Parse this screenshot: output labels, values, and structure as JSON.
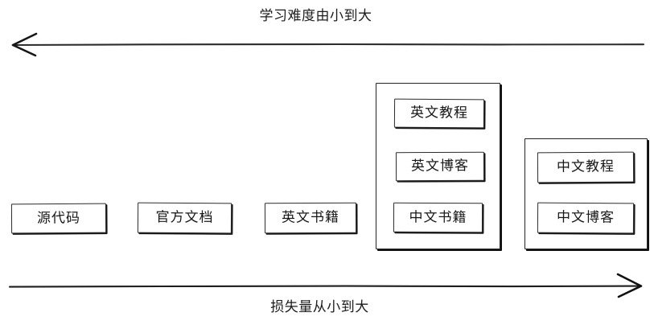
{
  "diagram": {
    "type": "sketch-axis-diagram",
    "background_color": "#ffffff",
    "stroke_color": "#1a1a1a",
    "top_axis": {
      "label": "学习难度由小到大",
      "direction": "left",
      "arrowhead": "left-arrowhead-icon"
    },
    "bottom_axis": {
      "label": "损失量从小到大",
      "direction": "right",
      "arrowhead": "right-arrowhead-icon"
    },
    "nodes": [
      {
        "id": "source-code",
        "label": "源代码"
      },
      {
        "id": "official-docs",
        "label": "官方文档"
      },
      {
        "id": "english-books",
        "label": "英文书籍"
      }
    ],
    "groups": [
      {
        "id": "english-group",
        "items": [
          {
            "id": "english-tutorial",
            "label": "英文教程"
          },
          {
            "id": "english-blog",
            "label": "英文博客"
          },
          {
            "id": "chinese-books",
            "label": "中文书籍"
          }
        ]
      },
      {
        "id": "chinese-group",
        "items": [
          {
            "id": "chinese-tutorial",
            "label": "中文教程"
          },
          {
            "id": "chinese-blog",
            "label": "中文博客"
          }
        ]
      }
    ]
  }
}
